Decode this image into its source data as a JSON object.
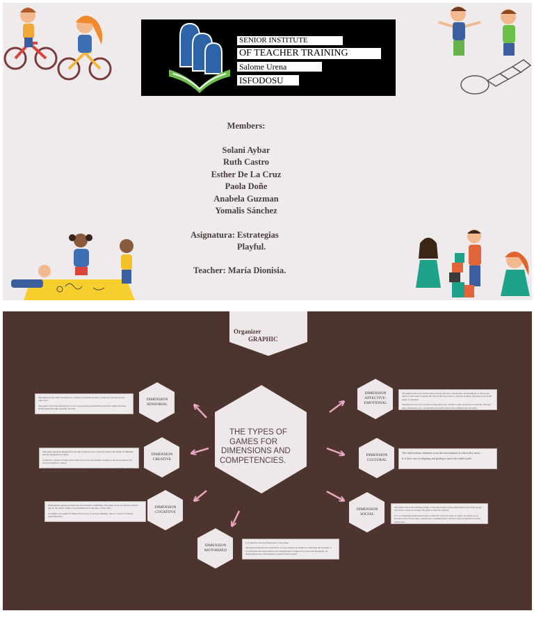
{
  "slide1": {
    "header": {
      "line1": "SENIOR INSTITUTE",
      "line2": "OF TEACHER TRAINING",
      "line3": "Salome Urena",
      "line4": "ISFODOSU"
    },
    "members_label": "Members:",
    "members": [
      "Solani Aybar",
      "Ruth Castro",
      "Esther De La Cruz",
      "Paola Doñe",
      "Anabela Guzman",
      "Yomalis Sánchez"
    ],
    "subject_line1": "Asignatura:  Estrategias",
    "subject_line2": "Playful.",
    "teacher": "Teacher: María Dionisia."
  },
  "slide2": {
    "organizer_line1": "Organizer",
    "organizer_line2": "GRAPHIC",
    "center_title": [
      "THE TYPES OF",
      "GAMES FOR",
      "DIMENSIONS AND",
      "COMPETENCIES."
    ],
    "dimensions": {
      "sensorial": {
        "label1": "DIMENSION",
        "label2": "SENSORIAL",
        "text": [
          "Through play the child can discover a variety of sensations that it would not perceive in any other way.",
          "The game allows the exploration of one's own sensory possibilities and motor skills and their development through repeated exercise."
        ]
      },
      "creative": {
        "label1": "DIMENSION",
        "label2": "CREATIVE",
        "text": [
          "The game enhances imagination through symbolic play. Creativity allows the ability of thinking and the integration of ideas.",
          "Creativity consists of using what others do not see and making changes in the environment in a way perceptible to others.",
          "It supports an emotional, perceptive, intuitive, thinking structure to develop intelligence, thought and expression that proposes innovative answers."
        ]
      },
      "cognitive": {
        "label1": "DIMENSION",
        "label2": "COGNITIVE",
        "text": [
          "Manipulative games promote the development of thinking. The game promotes shared symbols, that is, the child's ability to put themselves in the place of the other.",
          "In addition, the game facilitates the process of abstract thinking, that is, creation of mental representations."
        ]
      },
      "motorized": {
        "label1": "DIMENSION",
        "label2": "MOTORIZED",
        "text": [
          "It is therefore the best illustration of the game.",
          "The game facilitates the acquisition of body schema, in addition to allowing the learning of coordination and body balance, the strength that is required for each and movement, its development and consolidation of general motor skills."
        ]
      },
      "affective": {
        "label1": "DIMENSION",
        "label2": "AFFECTIVE-",
        "label3": "EMOTIONAL",
        "text": [
          "The game itself is an activity that provides pleasure, satisfaction, entertainment. It allows the child to relax and to express the moods that it produces, contains feelings, emotions such as the anger of pleasure.",
          "Satisfies the love of to be an be being able to go outside to play because it is relaxing, through play, expression, joy, concentration and self-control and confidence in the child."
        ]
      },
      "cultural": {
        "label1": "DIMENSION",
        "label2": "CULTURAL",
        "text": [
          "The child imitates elements from the environment in which they move.",
          "It is their way of adapting and getting to know the adult world."
        ]
      },
      "social": {
        "label1": "DIMENSION",
        "label2": "SOCIAL",
        "text": [
          "The game allows the self-knowledge, to the knowledge of the environment and of the people who have to deal in, because the game is their first means.",
          "It is a socializing element that helps to build the ways we relate to others. In doing so, we become aware of the rules, cooperation, communication, tolerance and acceptance of social behaviours."
        ]
      }
    }
  },
  "colors": {
    "slide1_bg": "#efebec",
    "slide2_bg": "#4d342f",
    "hex_fill": "#efe8ea",
    "arrow": "#e9a8c2",
    "logo_blue": "#2e63a7",
    "logo_green": "#6cc04a"
  }
}
